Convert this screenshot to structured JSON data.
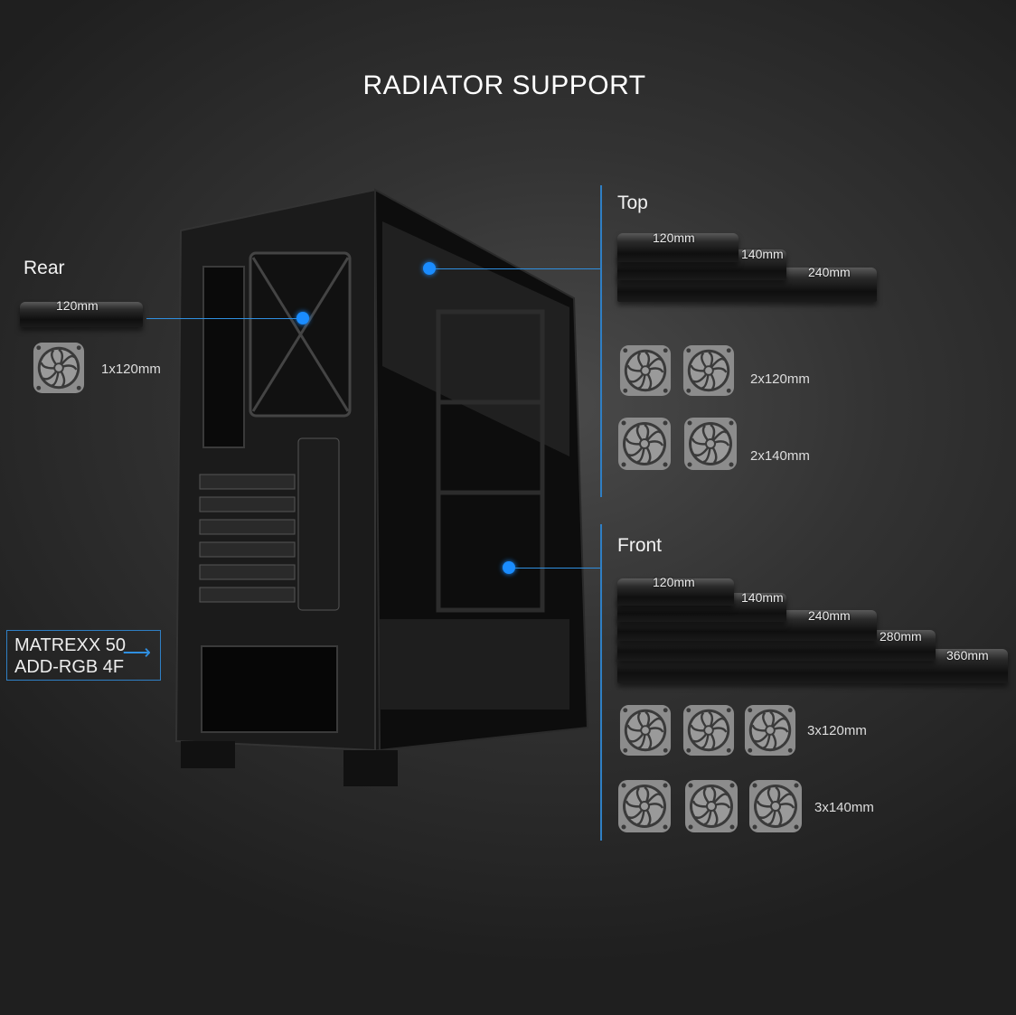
{
  "title": "RADIATOR SUPPORT",
  "rear": {
    "label": "Rear",
    "bars": [
      "120mm"
    ],
    "fans": [
      {
        "count": 1,
        "label": "1x120mm"
      }
    ]
  },
  "top": {
    "label": "Top",
    "bars": [
      "120mm",
      "140mm",
      "240mm"
    ],
    "fans": [
      {
        "count": 2,
        "label": "2x120mm"
      },
      {
        "count": 2,
        "label": "2x140mm"
      }
    ]
  },
  "front": {
    "label": "Front",
    "bars": [
      "120mm",
      "140mm",
      "240mm",
      "280mm",
      "360mm"
    ],
    "fans": [
      {
        "count": 3,
        "label": "3x120mm"
      },
      {
        "count": 3,
        "label": "3x140mm"
      }
    ]
  },
  "product": {
    "line1": "MATREXX 50",
    "line2": "ADD-RGB 4F"
  },
  "colors": {
    "accent": "#1a8cff"
  }
}
